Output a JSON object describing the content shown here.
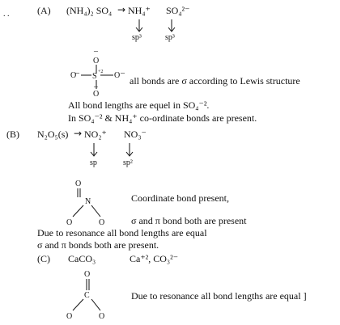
{
  "margin_mark": ". .",
  "sectionA": {
    "label": "(A)",
    "reaction": {
      "lhs": "(NH₄)₂ SO₄",
      "arrow": "→",
      "ion1": "NH₄⁺",
      "ion2": "SO₄²⁻"
    },
    "hyb1": "sp³",
    "hyb2": "sp³",
    "sulfate": {
      "atom_S": "S",
      "charge": "+2",
      "o_top": "O",
      "o_left": "O",
      "o_right": "O",
      "o_bottom": "O",
      "neg_minus": "–"
    },
    "lewis_note": "all bonds are σ according to Lewis structure",
    "line1": "All bond lengths are equel in SO₄⁻².",
    "line2": "In SO₄⁻² & NH₄⁺ co-ordinate bonds are present."
  },
  "sectionB": {
    "label": "(B)",
    "reaction": {
      "lhs": "N₂O₅(s)",
      "arrow": "→",
      "ion1": "NO₂⁺",
      "ion2": "NO₃⁻"
    },
    "hyb1": "sp",
    "hyb2": "sp²",
    "nitrate": {
      "atom_N": "N",
      "o_top": "O",
      "o_left": "O",
      "o_right": "O"
    },
    "note1": "Coordinate bond present,",
    "note2": "σ and π bond both are present",
    "line1": "Due to resonance all bond lengths are equal",
    "line2": "σ and π bonds both are present."
  },
  "sectionC": {
    "label": "(C)",
    "compound": "CaCO₃",
    "ions": "Ca⁺², CO₃²⁻",
    "carbonate": {
      "atom_C": "C",
      "o_top": "O",
      "o_left": "O",
      "o_right": "O"
    },
    "note": "Due to resonance all bond lengths are equal  ]"
  }
}
